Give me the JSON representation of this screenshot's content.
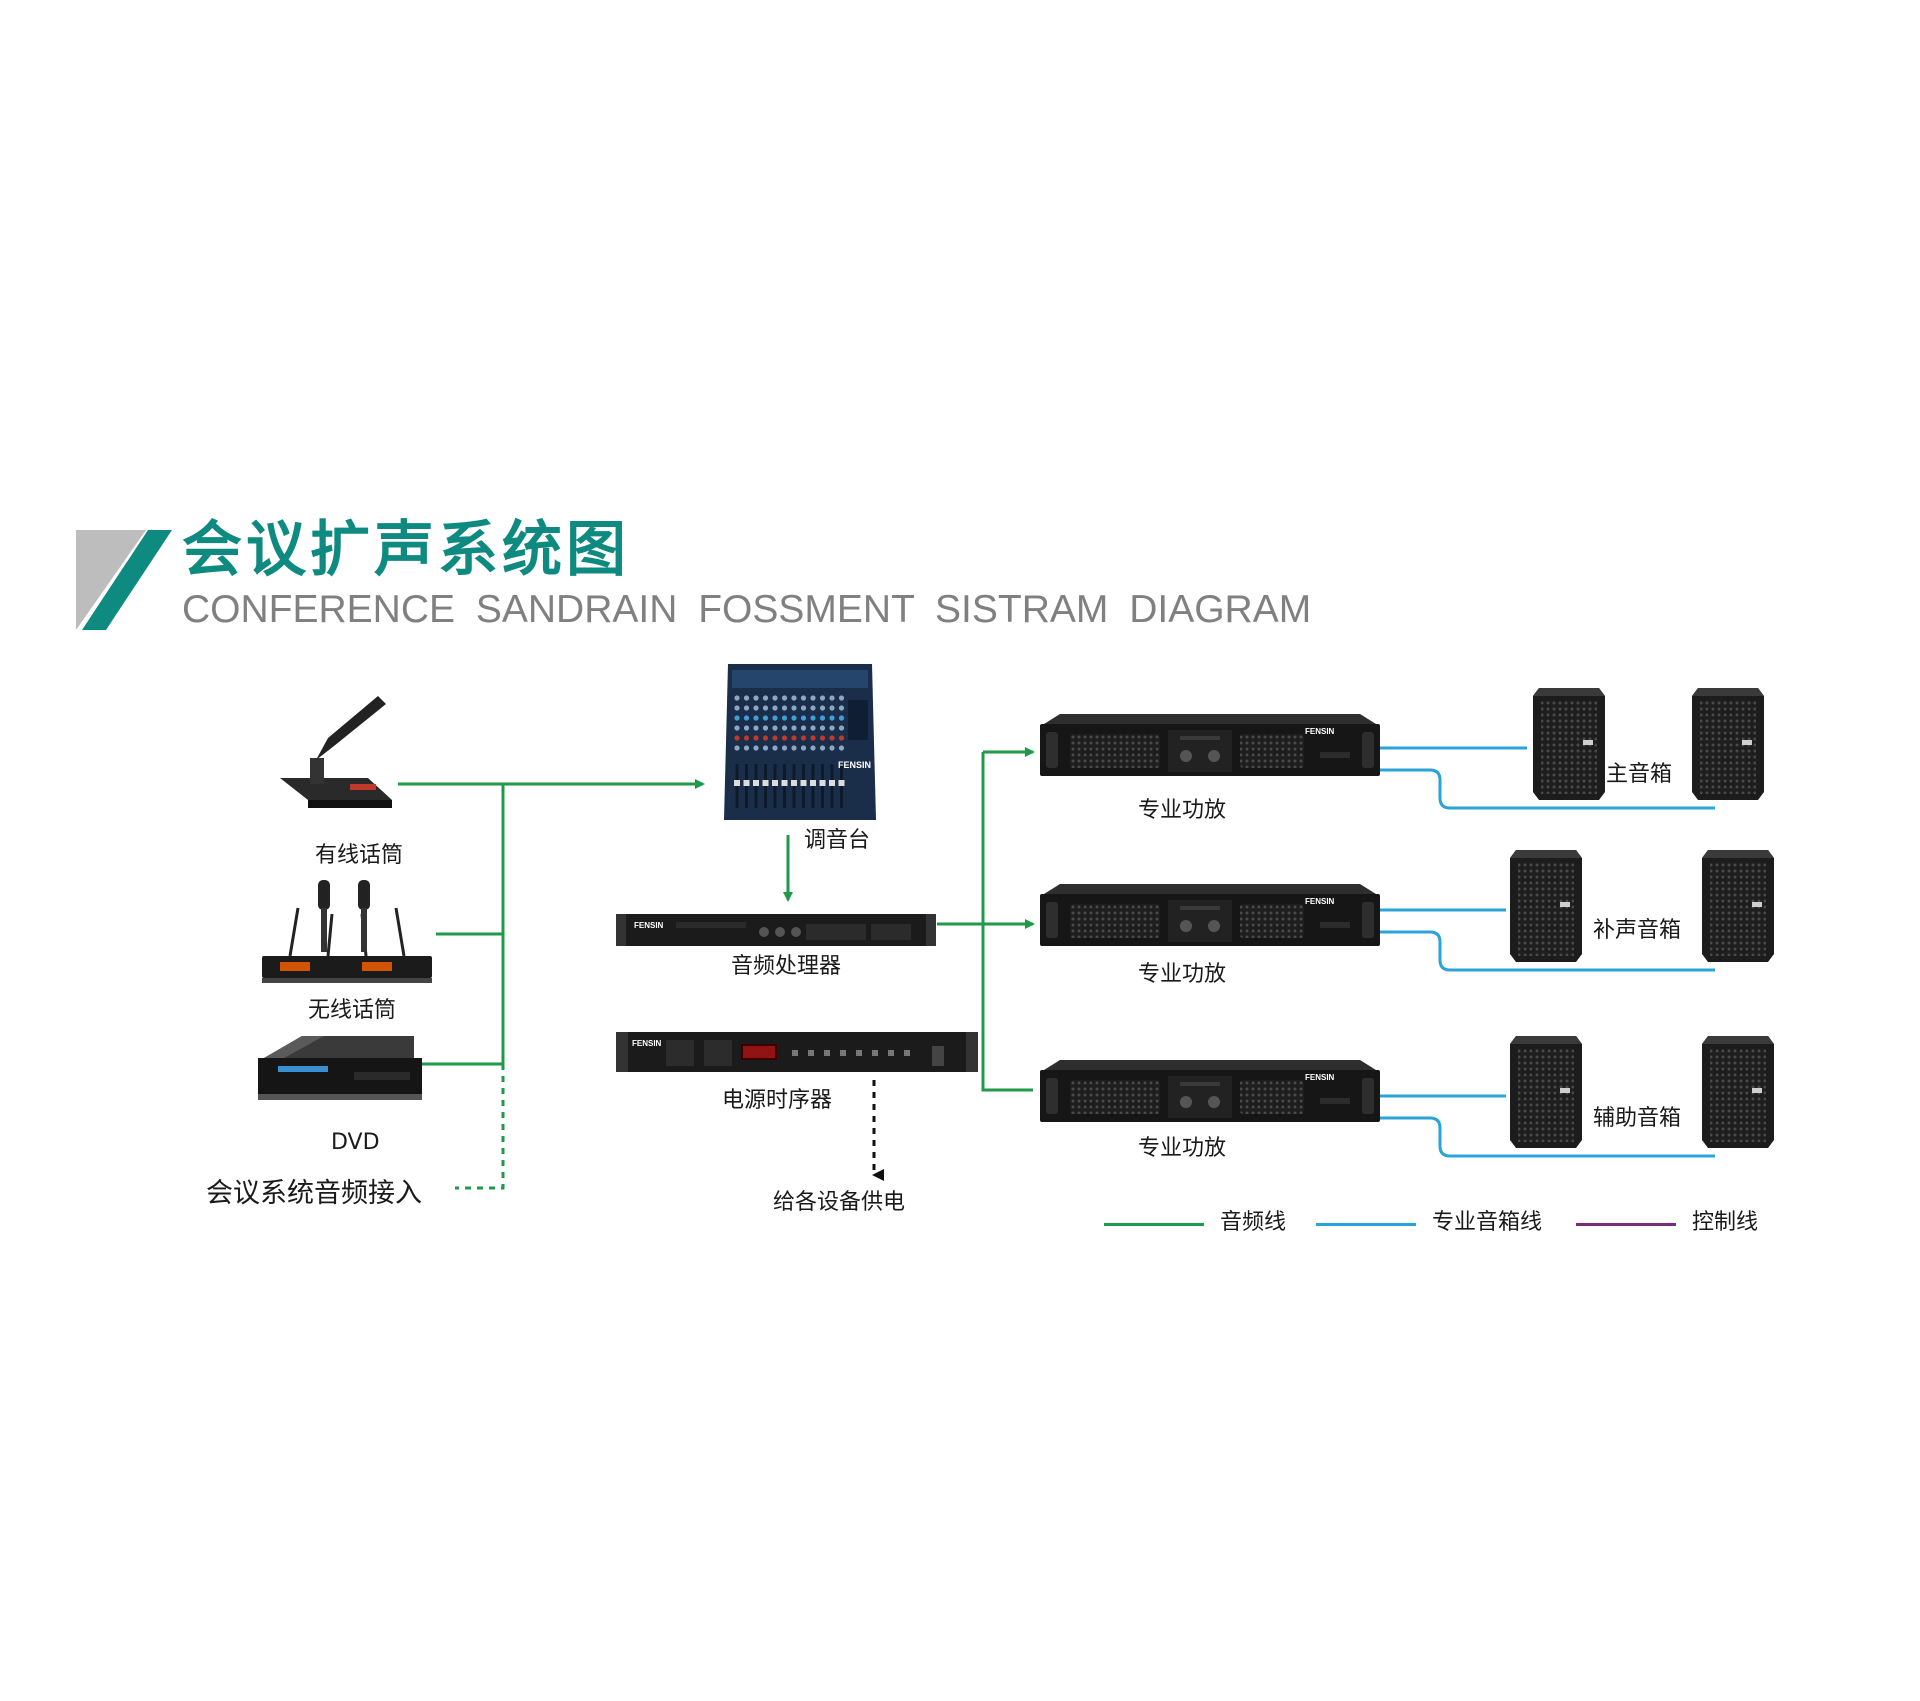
{
  "title": {
    "cn": "会议扩声系统图",
    "en": "CONFERENCE SANDRAIN FOSSMENT SISTRAM DIAGRAM"
  },
  "devices": {
    "wired_mic": "有线话筒",
    "wireless_mic": "无线话筒",
    "dvd": "DVD",
    "conference_audio": "会议系统音频接入",
    "mixer": "调音台",
    "processor": "音频处理器",
    "sequencer": "电源时序器",
    "power_supply": "给各设备供电",
    "amp_1": "专业功放",
    "amp_2": "专业功放",
    "amp_3": "专业功放",
    "speaker_main": "主音箱",
    "speaker_fill": "补声音箱",
    "speaker_aux": "辅助音箱"
  },
  "brand": "FENSIN",
  "legend": [
    {
      "label": "音频线",
      "color": "#1f9a4a"
    },
    {
      "label": "专业音箱线",
      "color": "#2aa3d6"
    },
    {
      "label": "控制线",
      "color": "#7a2a7e"
    }
  ],
  "colors": {
    "accent": "#0f8a80",
    "audio_line": "#1f9a4a",
    "speaker_line": "#2aa3d6",
    "control_line": "#7a2a7e",
    "device_body": "#1b1b1b"
  }
}
